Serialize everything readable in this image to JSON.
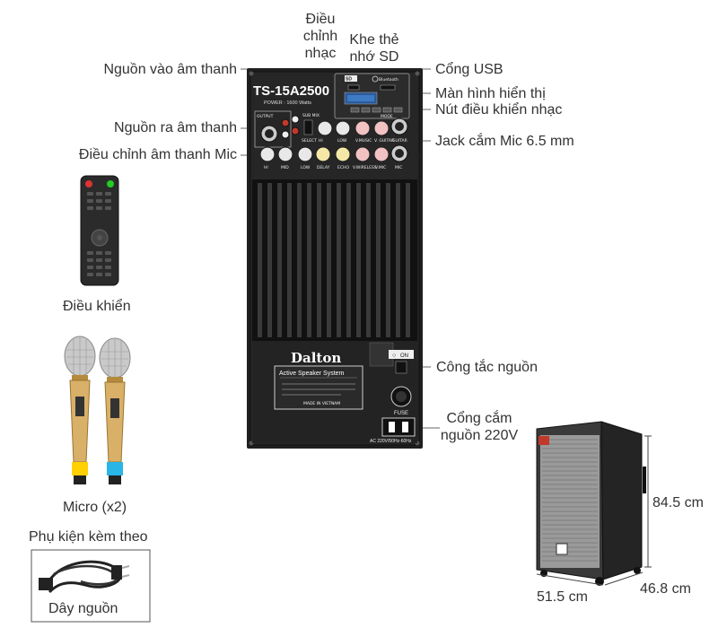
{
  "panel": {
    "model": "TS-15A2500",
    "power": "POWER : 1600 Watts",
    "brand": "Dalton",
    "system": "Active Speaker System",
    "made_in": "MADE IN VIETNAM",
    "fuse": "FUSE",
    "on_label": "ON",
    "ac_spec": "AC 220V/50Hz-60Hz",
    "bluetooth": "Bluetooth",
    "mode": "MODE",
    "output": "OUTPUT",
    "sub_mix": "SUB MIX",
    "select": "SELECT",
    "guitar": "GUITAR",
    "mic": "MIC",
    "knob_row1": [
      "HI",
      "LOW",
      "V.MUSIC",
      "V. GUITAR"
    ],
    "knob_row2": [
      "HI",
      "MID",
      "LOW",
      "DELAY",
      "ECHO",
      "V.WIRELESS",
      "V.MIC"
    ]
  },
  "callouts": {
    "music_adjust": "Điều chỉnh nhạc",
    "sd_slot": "Khe thẻ nhớ SD",
    "audio_in": "Nguồn vào âm thanh",
    "usb_port": "Cổng USB",
    "display": "Màn hình hiển thị",
    "music_buttons": "Nút điều khiển nhạc",
    "audio_out": "Nguồn ra âm thanh",
    "mic_jack": "Jack cắm Mic 6.5 mm",
    "mic_adjust": "Điều chỉnh âm thanh Mic",
    "power_switch": "Công tắc nguồn",
    "power_socket": "Cổng cắm nguồn 220V"
  },
  "accessories": {
    "remote": "Điều khiển",
    "micro": "Micro (x2)",
    "included": "Phụ kiện kèm theo",
    "power_cord": "Dây nguồn"
  },
  "dimensions": {
    "height": "84.5 cm",
    "width": "51.5 cm",
    "depth": "46.8 cm"
  }
}
